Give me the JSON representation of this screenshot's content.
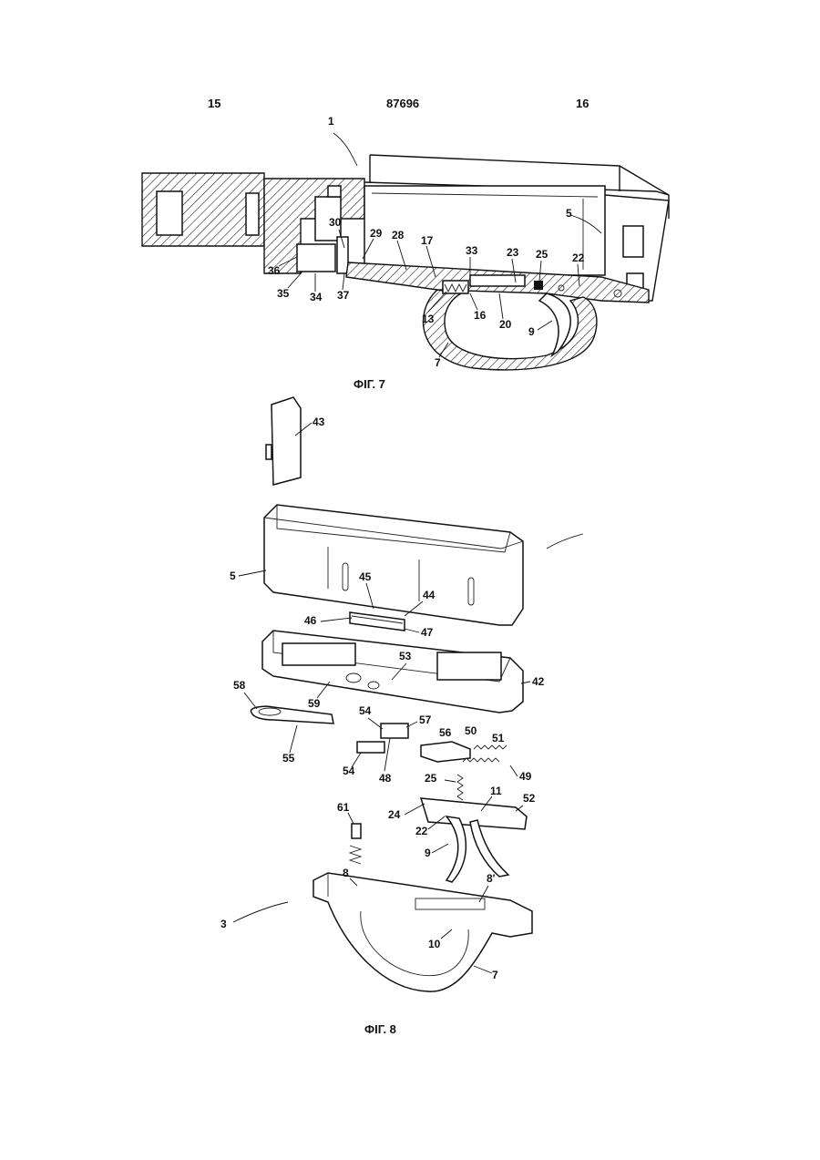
{
  "header": {
    "left_page": "15",
    "doc_number": "87696",
    "right_page": "16"
  },
  "figures": [
    {
      "caption": "ФІГ. 7",
      "labels": [
        "1",
        "5",
        "30",
        "29",
        "28",
        "17",
        "33",
        "23",
        "25",
        "22",
        "36",
        "35",
        "34",
        "37",
        "13",
        "16",
        "20",
        "9",
        "7"
      ]
    },
    {
      "caption": "ФІГ. 8",
      "labels": [
        "43",
        "5",
        "45",
        "44",
        "46",
        "47",
        "53",
        "42",
        "59",
        "58",
        "55",
        "54",
        "57",
        "54",
        "48",
        "56",
        "50",
        "51",
        "49",
        "25",
        "11",
        "52",
        "24",
        "22",
        "9",
        "61",
        "8",
        "8'",
        "3",
        "10",
        "7"
      ]
    }
  ]
}
